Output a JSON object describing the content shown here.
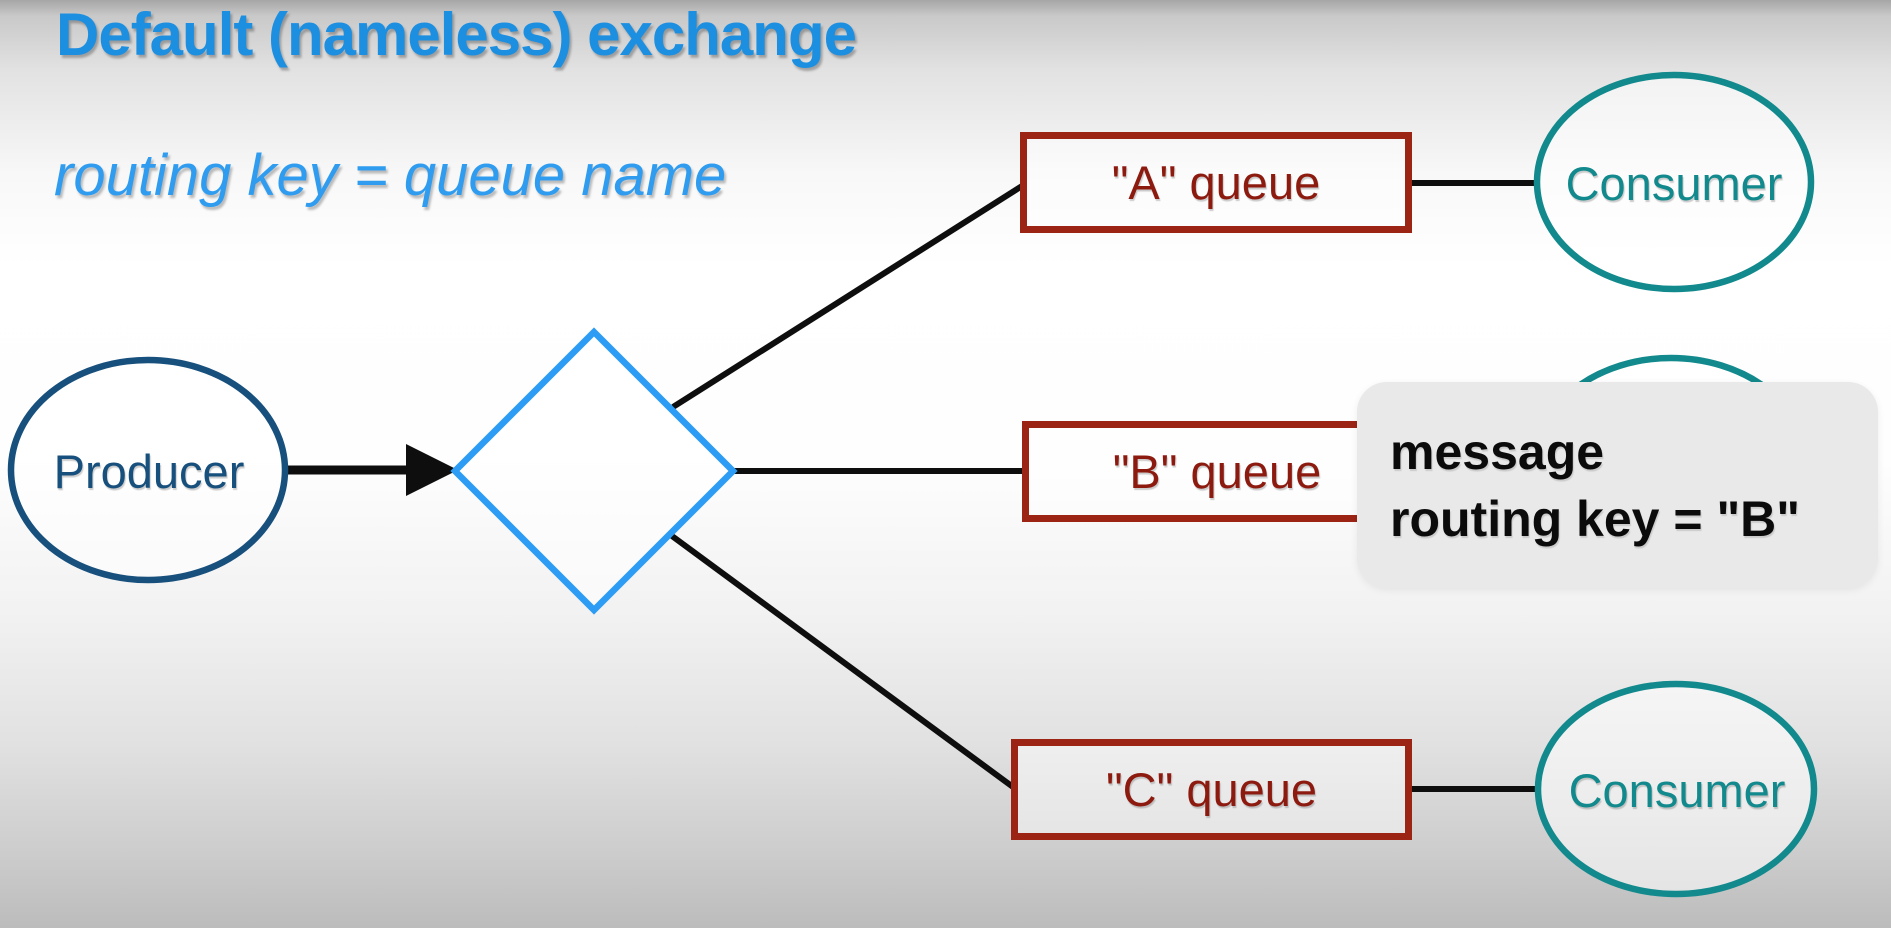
{
  "title": "Default (nameless) exchange",
  "subtitle": "routing key = queue name",
  "producer": {
    "label": "Producer"
  },
  "exchange": {
    "shape": "diamond-icon"
  },
  "queues": [
    {
      "label": "\"A\" queue"
    },
    {
      "label": "\"B\" queue"
    },
    {
      "label": "\"C\" queue"
    }
  ],
  "consumers": [
    {
      "label": "Consumer"
    },
    {
      "label": "Consumer"
    }
  ],
  "tooltip": {
    "line1": "message",
    "line2": "routing key = \"B\""
  },
  "colors": {
    "title_blue": "#1d8fe1",
    "subtitle_blue": "#2f9cf0",
    "exchange_blue": "#2d9cf4",
    "producer_blue": "#174f7d",
    "queue_red": "#9b2415",
    "queue_text_red": "#8c1a0f",
    "consumer_teal": "#12898c",
    "line_black": "#0e0e0e",
    "tooltip_bg": "#e9e9e9"
  }
}
